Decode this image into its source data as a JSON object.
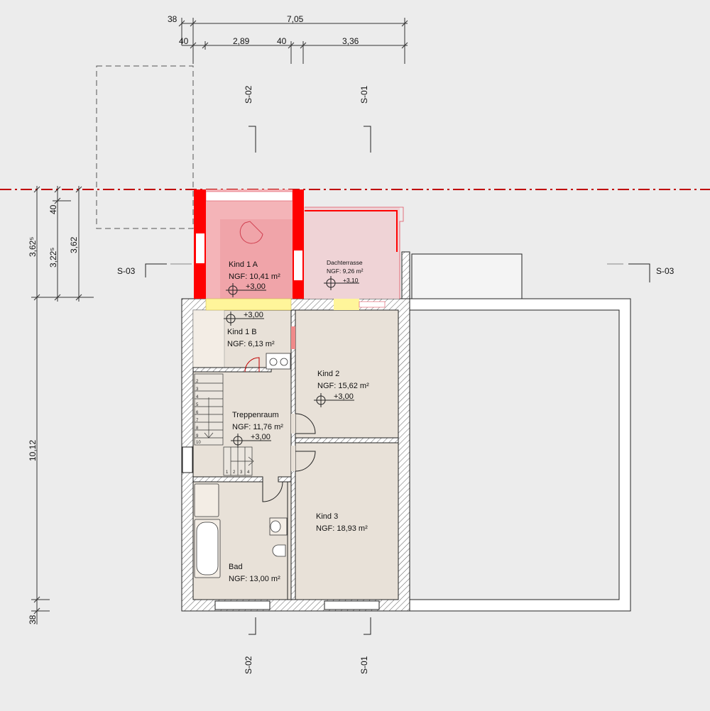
{
  "dimensions": {
    "top": {
      "d38": "38",
      "total": "7,05",
      "d40a": "40",
      "d289": "2,89",
      "d40b": "40",
      "d336": "3,36"
    },
    "left": {
      "d3625": "3,62⁵",
      "d40": "40",
      "d3225": "3,22⁵",
      "d362": "3,62",
      "d1012": "10,12",
      "d38": "38"
    }
  },
  "sections": {
    "s02": "S-02",
    "s01": "S-01",
    "s03": "S-03"
  },
  "rooms": [
    {
      "name": "Kind 1 A",
      "area": "NGF: 10,41 m²",
      "level": "+3,00"
    },
    {
      "name": "Dachterrasse",
      "area": "NGF: 9,26 m²",
      "level": "+3,10"
    },
    {
      "name": "Kind 1 B",
      "area": "NGF: 6,13 m²",
      "level": "+3,00"
    },
    {
      "name": "Kind 2",
      "area": "NGF: 15,62 m²",
      "level": "+3,00"
    },
    {
      "name": "Treppenraum",
      "area": "NGF: 11,76 m²",
      "level": "+3,00"
    },
    {
      "name": "Kind 3",
      "area": "NGF: 18,93 m²"
    },
    {
      "name": "Bad",
      "area": "NGF: 13,00 m²"
    }
  ],
  "stairs": {
    "steps": [
      "2",
      "3",
      "4",
      "5",
      "6",
      "7",
      "8",
      "9",
      "10"
    ],
    "lower": [
      "1",
      "2",
      "3",
      "4"
    ]
  },
  "colors": {
    "demolish_red": "#ff0000",
    "new_pink": "#f4b4b8",
    "yellow": "#fff59a",
    "floor": "#e8e1d8",
    "axis": "#c00000"
  }
}
